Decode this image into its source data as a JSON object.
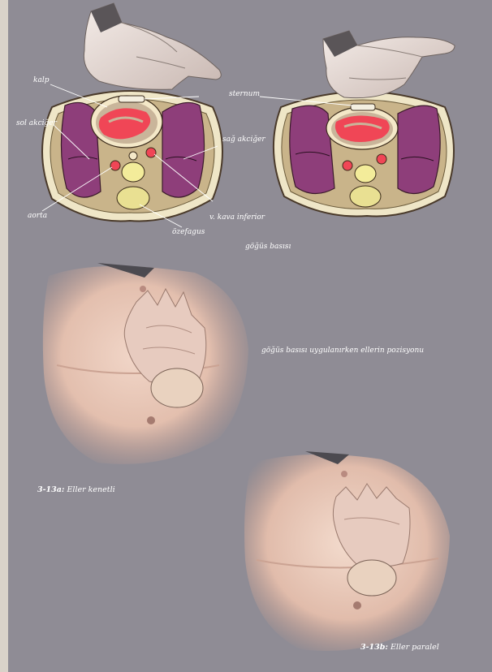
{
  "diagram": {
    "labels": {
      "kalp": "kalp",
      "sol_akciger": "sol akciğer",
      "aorta": "aorta",
      "sternum": "sternum",
      "sag_akciger": "sağ akciğer",
      "v_kava_inferior": "v. kava inferior",
      "ozefagus": "özefagus"
    },
    "caption_compression": "göğüs basısı"
  },
  "photos": {
    "caption_hand_position": "göğüs basısı uygulanırken ellerin pozisyonu",
    "fig_a": {
      "number": "3-13a:",
      "text": "Eller kenetli"
    },
    "fig_b": {
      "number": "3-13b:",
      "text": "Eller paralel"
    }
  },
  "colors": {
    "background": "#8f8c95",
    "lung": "#8e3e7a",
    "heart": "#f04656",
    "bone": "#e8df9c",
    "skin": "#e9c9bb"
  }
}
